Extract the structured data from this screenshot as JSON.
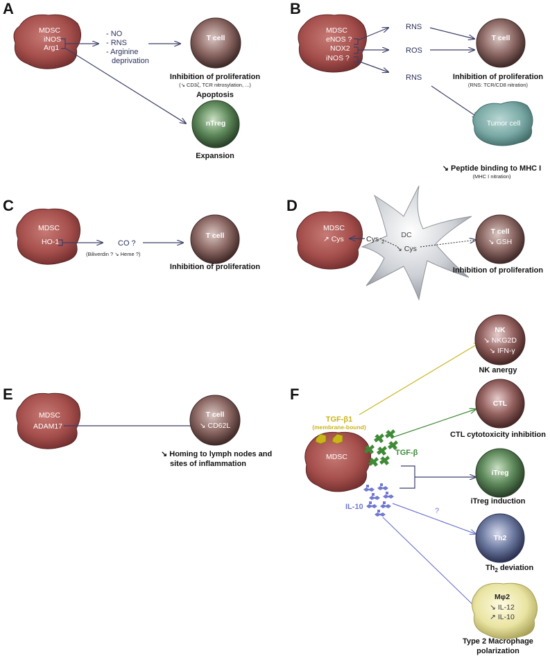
{
  "panels": {
    "A": "A",
    "B": "B",
    "C": "C",
    "D": "D",
    "E": "E",
    "F": "F"
  },
  "panel_a": {
    "mdsc": "MDSC",
    "inos": "iNOS",
    "arg1": "Arg1",
    "mediators": [
      "- NO",
      "- RNS",
      "- Arginine",
      "deprivation"
    ],
    "tcell": "T cell",
    "tcell_caption": "Inhibition of proliferation",
    "tcell_sub": "(↘ CD3ζ, TCR nitrosylation, ...)",
    "tcell_caption2": "Apoptosis",
    "ntreg": "nTreg",
    "ntreg_caption": "Expansion"
  },
  "panel_b": {
    "mdsc": "MDSC",
    "enos": "eNOS ?",
    "nox2": "NOX2",
    "inos": "iNOS ?",
    "rns1": "RNS",
    "ros": "ROS",
    "rns2": "RNS",
    "tcell": "T cell",
    "tcell_caption": "Inhibition of proliferation",
    "tcell_sub": "(RNS: TCR/CD8 nitration)",
    "tumor": "Tumor cell",
    "tumor_caption": "↘ Peptide binding to MHC I",
    "tumor_sub": "(MHC I nitration)"
  },
  "panel_c": {
    "mdsc": "MDSC",
    "ho1": "HO-1",
    "co": "CO ?",
    "co_sub": "(Biliverdin ? ↘ Heme ?)",
    "tcell": "T cell",
    "caption": "Inhibition of proliferation"
  },
  "panel_d": {
    "mdsc": "MDSC",
    "mdsc_cys": "↗ Cys",
    "cys2": "Cys",
    "cys2_sub": "2",
    "dc": "DC",
    "dc_cys": "↘ Cys",
    "tcell": "T cell",
    "gsh": "↘ GSH",
    "caption": "Inhibition of proliferation"
  },
  "panel_e": {
    "mdsc": "MDSC",
    "adam17": "ADAM17",
    "tcell": "T cell",
    "cd62l": "↘ CD62L",
    "caption1": "↘ Homing to lymph nodes and",
    "caption2": "sites of inflammation"
  },
  "panel_f": {
    "mdsc": "MDSC",
    "tgfb1": "TGF-β1",
    "tgfb1_sub": "(membrane-bound)",
    "tgfb": "TGF-β",
    "il10": "IL-10",
    "question": "?",
    "nk": "NK",
    "nkg2d": "↘ NKG2D",
    "ifng": "↘ IFN-γ",
    "nk_caption": "NK anergy",
    "ctl": "CTL",
    "ctl_caption": "CTL cytotoxicity inhibition",
    "itreg": "iTreg",
    "itreg_caption": "iTreg induction",
    "th2": "Th2",
    "th2_caption": "Th",
    "th2_caption_sub": "2",
    "th2_caption_rest": " deviation",
    "mphi": "Mφ2",
    "il12": "↘ IL-12",
    "il10m": "↗ IL-10",
    "mphi_caption1": "Type 2 Macrophage",
    "mphi_caption2": "polarization"
  },
  "colors": {
    "mdsc": "#a85050",
    "tcell": "#8a6a66",
    "ntreg": "#5f8a5c",
    "tumor": "#79a8a4",
    "th2": "#6d7aa0",
    "macrophage": "#e9e4a2",
    "tgfb1": "#c9b41a",
    "tgfb": "#3e8a36",
    "il10": "#7078d0",
    "arrow": "#3a3d66"
  }
}
